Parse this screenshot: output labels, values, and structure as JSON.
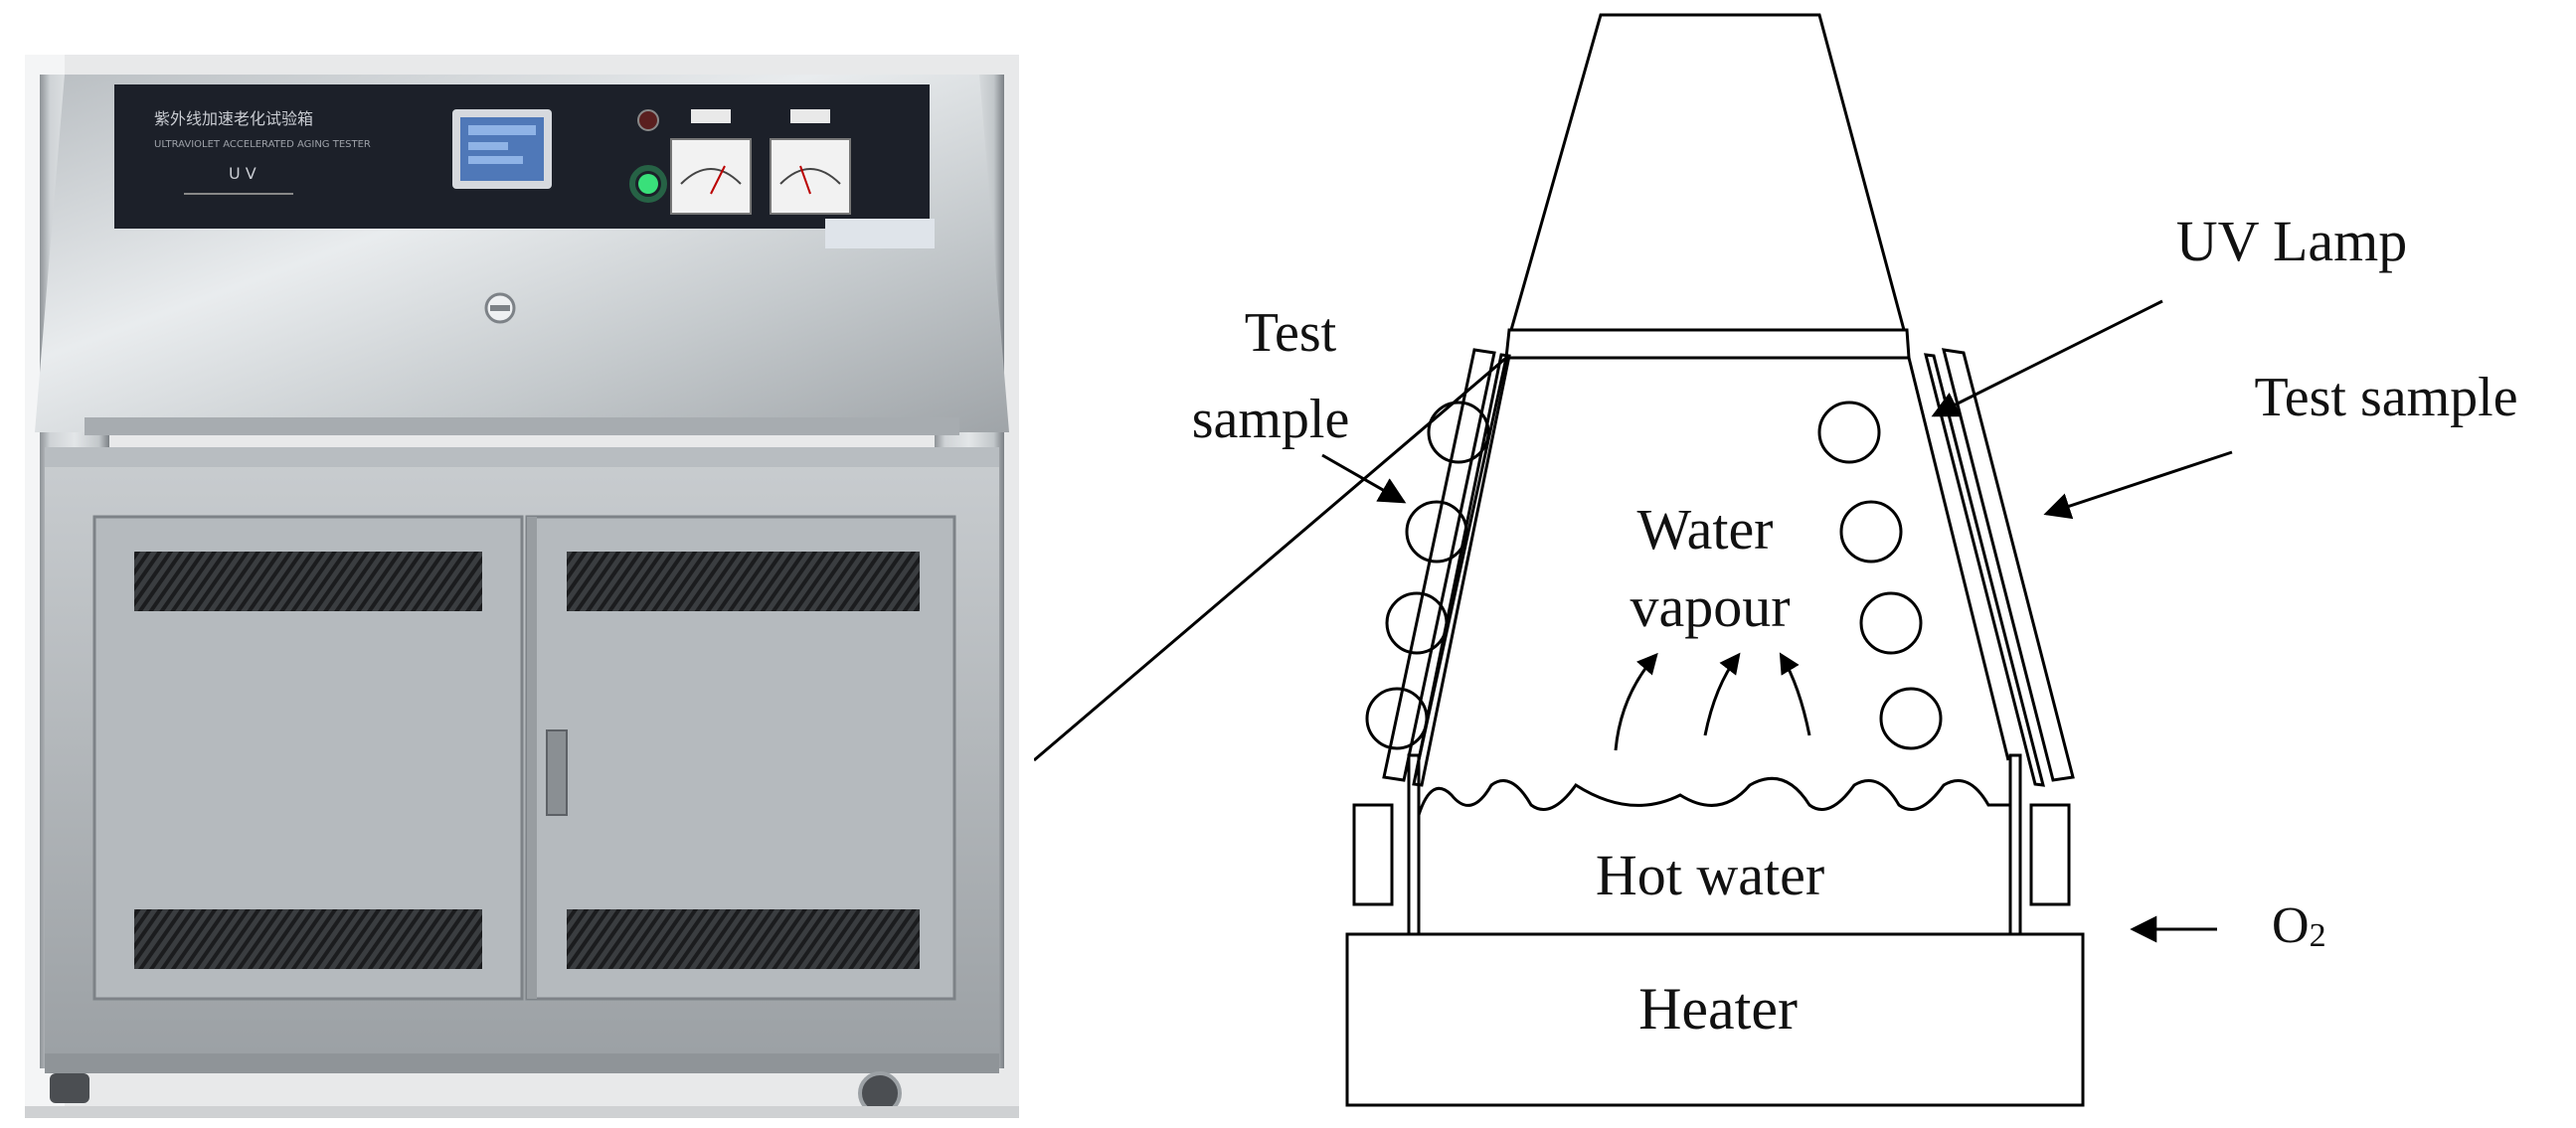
{
  "photo": {
    "panel_title_cn": "紫外线加速老化试验箱",
    "panel_title_en": "ULTRAVIOLET ACCELERATED AGING TESTER",
    "panel_mark": "U V"
  },
  "diagram": {
    "label_test_sample_left_line1": "Test",
    "label_test_sample_left_line2": "sample",
    "label_uv_lamp": "UV Lamp",
    "label_test_sample_right": "Test sample",
    "label_water_line1": "Water",
    "label_water_line2": "vapour",
    "label_hot_water": "Hot water",
    "label_o2_base": "O",
    "label_o2_sub": "2",
    "label_heater": "Heater"
  },
  "colors": {
    "steel_light": "#d9dcde",
    "steel_mid": "#aeb3b7",
    "steel_dark": "#6f7479",
    "panel_black": "#1c2029",
    "screen_blue": "#4f78b8",
    "led_green": "#39e07a",
    "line": "#000000"
  }
}
